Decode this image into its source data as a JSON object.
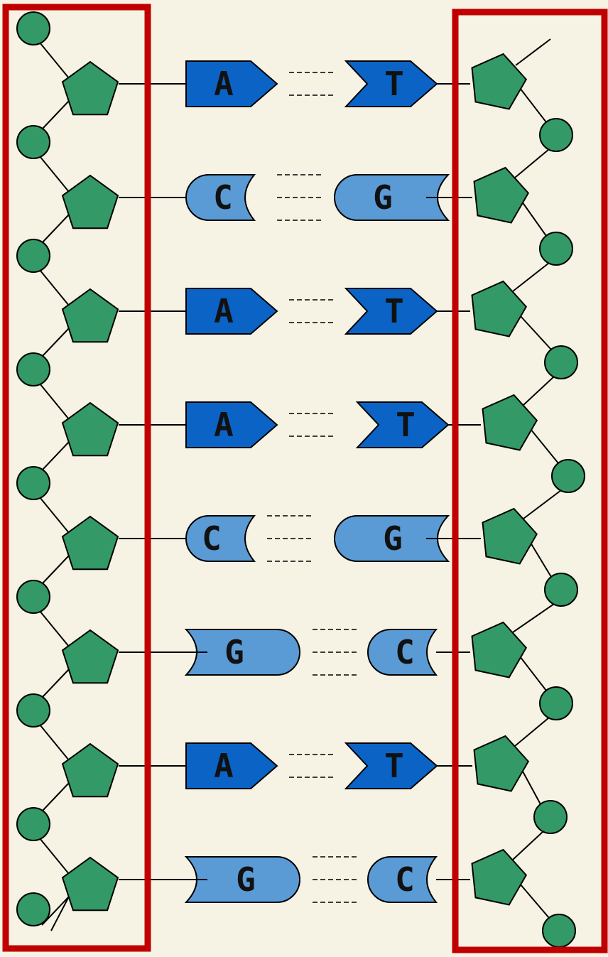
{
  "diagram": {
    "colors": {
      "background": "#f6f2e4",
      "frame": "#c00000",
      "sugar": "#339966",
      "phosphate": "#339966",
      "outline": "#000000",
      "purine_pyrimidine_AT": "#0b63c6",
      "purine_pyrimidine_CG": "#5b9bd5",
      "letter": "#111111"
    },
    "pairs": [
      {
        "left": "A",
        "right": "T",
        "hbonds": 2
      },
      {
        "left": "C",
        "right": "G",
        "hbonds": 3
      },
      {
        "left": "A",
        "right": "T",
        "hbonds": 2
      },
      {
        "left": "A",
        "right": "T",
        "hbonds": 2
      },
      {
        "left": "C",
        "right": "G",
        "hbonds": 3
      },
      {
        "left": "G",
        "right": "C",
        "hbonds": 3
      },
      {
        "left": "A",
        "right": "T",
        "hbonds": 2
      },
      {
        "left": "G",
        "right": "C",
        "hbonds": 3
      }
    ]
  }
}
